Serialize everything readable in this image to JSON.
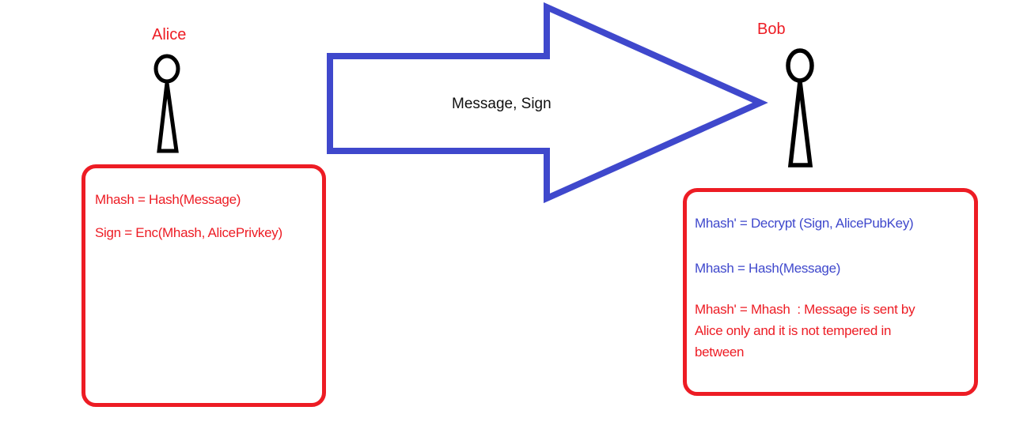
{
  "colors": {
    "red": "#ed1c24",
    "blue": "#3f48cc",
    "black": "#000000",
    "background": "#ffffff"
  },
  "actors": {
    "alice": {
      "label": "Alice"
    },
    "bob": {
      "label": "Bob"
    }
  },
  "arrow": {
    "label": "Message, Sign",
    "direction": "right",
    "icon": "block-arrow-right-icon"
  },
  "alice_box": {
    "lines": [
      "Mhash = Hash(Message)",
      "Sign = Enc(Mhash, AlicePrivkey)"
    ]
  },
  "bob_box": {
    "blue_lines": [
      "Mhash' = Decrypt (Sign, AlicePubKey)",
      "Mhash = Hash(Message)"
    ],
    "red_lines": [
      "Mhash' = Mhash  : Message is sent by",
      "Alice only and it is not tempered in",
      "between"
    ]
  }
}
